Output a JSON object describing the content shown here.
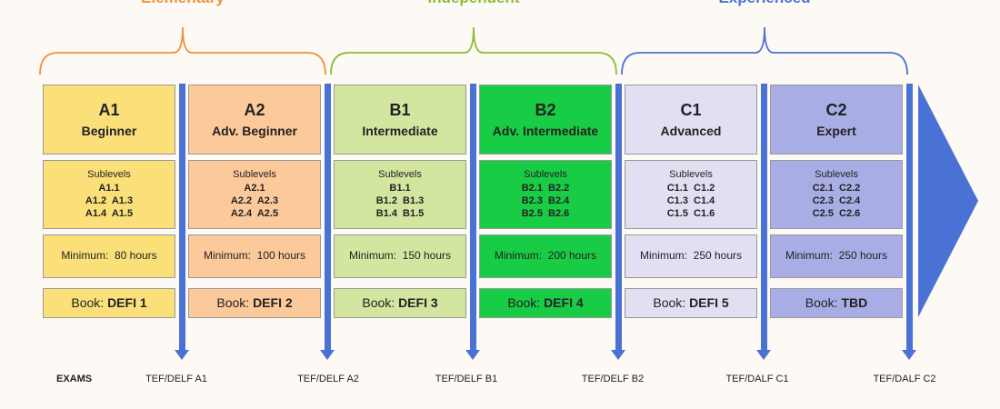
{
  "groups": [
    {
      "title": "Elementary",
      "color": "#f0913a"
    },
    {
      "title": "Independent",
      "color": "#8dbb3a"
    },
    {
      "title": "Experienced",
      "color": "#4a72d4"
    }
  ],
  "levels": [
    {
      "code": "A1",
      "name": "Beginner",
      "sublevels_label": "Sublevels",
      "sublevels": [
        "A1.1",
        "A1.2  A1.3",
        "A1.4  A1.5"
      ],
      "hours": "Minimum:  80 hours",
      "book_prefix": "Book:",
      "book": "DEFI 1",
      "color": "#fbe07a"
    },
    {
      "code": "A2",
      "name": "Adv. Beginner",
      "sublevels_label": "Sublevels",
      "sublevels": [
        "A2.1",
        "A2.2  A2.3",
        "A2.4  A2.5"
      ],
      "hours": "Minimum:  100 hours",
      "book_prefix": "Book:",
      "book": "DEFI 2",
      "color": "#fcc99a"
    },
    {
      "code": "B1",
      "name": "Intermediate",
      "sublevels_label": "Sublevels",
      "sublevels": [
        "B1.1",
        "B1.2  B1.3",
        "B1.4  B1.5"
      ],
      "hours": "Minimum:  150 hours",
      "book_prefix": "Book:",
      "book": "DEFI 3",
      "color": "#d3e6a0"
    },
    {
      "code": "B2",
      "name": "Adv. Intermediate",
      "sublevels_label": "Sublevels",
      "sublevels": [
        "B2.1  B2.2",
        "B2.3  B2.4",
        "B2.5  B2.6"
      ],
      "hours": "Minimum:  200 hours",
      "book_prefix": "Book:",
      "book": "DEFI 4",
      "color": "#19cc46"
    },
    {
      "code": "C1",
      "name": "Advanced",
      "sublevels_label": "Sublevels",
      "sublevels": [
        "C1.1  C1.2",
        "C1.3  C1.4",
        "C1.5  C1.6"
      ],
      "hours": "Minimum:  250 hours",
      "book_prefix": "Book:",
      "book": "DEFI 5",
      "color": "#e3dff3"
    },
    {
      "code": "C2",
      "name": "Expert",
      "sublevels_label": "Sublevels",
      "sublevels": [
        "C2.1  C2.2",
        "C2.3  C2.4",
        "C2.5  C2.6"
      ],
      "hours": "Minimum:  250 hours",
      "book_prefix": "Book:",
      "book": "TBD",
      "color": "#a9ade5"
    }
  ],
  "exams_label": "EXAMS",
  "exams": [
    "TEF/DELF A1",
    "TEF/DELF A2",
    "TEF/DELF B1",
    "TEF/DELF B2",
    "TEF/DALF C1",
    "TEF/DALF C2"
  ],
  "arrow_color": "#4a72d4"
}
